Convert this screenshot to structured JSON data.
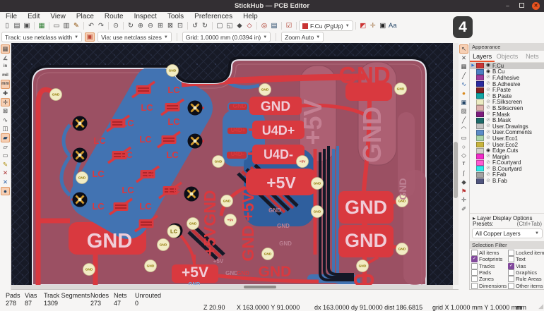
{
  "window": {
    "title": "StickHub — PCB Editor"
  },
  "workspace_badge": "4",
  "menu": {
    "items": [
      "File",
      "Edit",
      "View",
      "Place",
      "Route",
      "Inspect",
      "Tools",
      "Preferences",
      "Help"
    ]
  },
  "toolbar_top": {
    "groups": [
      [
        {
          "n": "new-board-icon",
          "g": "▯"
        },
        {
          "n": "open-board-icon",
          "g": "▤"
        },
        {
          "n": "save-icon",
          "g": "▣"
        }
      ],
      [
        {
          "n": "board-setup-icon",
          "g": "▦",
          "c": "#2e7d32"
        }
      ],
      [
        {
          "n": "page-settings-icon",
          "g": "▭"
        },
        {
          "n": "print-icon",
          "g": "▥"
        },
        {
          "n": "plot-icon",
          "g": "✎",
          "c": "#8a4a00"
        }
      ],
      [
        {
          "n": "undo-icon",
          "g": "↶"
        },
        {
          "n": "redo-icon",
          "g": "↷"
        }
      ],
      [
        {
          "n": "find-icon",
          "g": "⊙"
        }
      ],
      [
        {
          "n": "refresh-icon",
          "g": "↻"
        },
        {
          "n": "zoom-in-icon",
          "g": "⊕"
        },
        {
          "n": "zoom-out-icon",
          "g": "⊖"
        },
        {
          "n": "zoom-fit-icon",
          "g": "⊞"
        },
        {
          "n": "zoom-page-icon",
          "g": "⊠"
        },
        {
          "n": "zoom-selection-icon",
          "g": "⊡"
        }
      ],
      [
        {
          "n": "rotate-ccw-icon",
          "g": "↺"
        },
        {
          "n": "rotate-cw-icon",
          "g": "↻"
        }
      ],
      [
        {
          "n": "show-ratsnest-icon",
          "g": "▢"
        },
        {
          "n": "curved-ratsnest-icon",
          "g": "◱"
        },
        {
          "n": "lock-icon",
          "g": "◆"
        },
        {
          "n": "unlock-icon",
          "g": "◇",
          "c": "#a33"
        }
      ],
      [
        {
          "n": "footprint-editor-icon",
          "g": "◎",
          "c": "#a32"
        },
        {
          "n": "layer-manager-icon",
          "g": "▤",
          "c": "#246"
        }
      ],
      [
        {
          "n": "drc-check-icon",
          "g": "☑",
          "c": "#a32"
        }
      ]
    ],
    "layer_select": {
      "value": "F.Cu (PgUp)",
      "swatch": "#c83434"
    },
    "after_layer": [
      {
        "n": "layer-pair-icon",
        "g": "◩",
        "c": "#c33"
      },
      {
        "n": "highlight-net-icon",
        "g": "✛",
        "c": "#a87b4f"
      },
      {
        "n": "scripting-console-icon",
        "g": "▣",
        "c": "#222"
      },
      {
        "n": "text-variables-icon",
        "g": "Aa",
        "c": "#246"
      }
    ]
  },
  "toolbar_second": {
    "track": "Track: use netclass width",
    "auto_width_toggle": {
      "n": "auto-track-width-icon",
      "g": "▣",
      "c": "#b43",
      "active": true
    },
    "via": "Via: use netclass sizes",
    "grid": "Grid: 1.0000 mm (0.0394 in)",
    "zoom": "Zoom Auto"
  },
  "left_toolbar": [
    {
      "n": "toggle-grid-icon",
      "g": "▦",
      "active": true
    },
    {
      "n": "polar-coordinates-icon",
      "g": "∡"
    },
    {
      "n": "units-inches-icon",
      "g": "in",
      "t": true
    },
    {
      "n": "units-mils-icon",
      "g": "mil",
      "t": true
    },
    {
      "n": "units-mm-icon",
      "g": "mm",
      "t": true,
      "active": true
    },
    {
      "n": "crosshair-cursor-icon",
      "g": "✚"
    },
    {
      "n": "pad-display-icon",
      "g": "✛",
      "active": true
    },
    {
      "n": "via-display-icon",
      "g": "⊠"
    },
    {
      "n": "track-display-icon",
      "g": "∿"
    },
    {
      "n": "drawing-sheet-icon",
      "g": "◫"
    },
    {
      "n": "zone-fill-icon",
      "g": "▰",
      "c": "#246",
      "active": true
    },
    {
      "n": "zone-outline-icon",
      "g": "▱"
    },
    {
      "n": "zone-hide-icon",
      "g": "▭"
    },
    {
      "n": "sketch-mode-icon",
      "g": "✎",
      "c": "#a80"
    },
    {
      "n": "hide-ratsnest-icon",
      "g": "✕",
      "c": "#a33"
    },
    {
      "n": "curved-ratsnest-toggle-icon",
      "g": "✕",
      "c": "#36a"
    },
    {
      "n": "local-ratsnest-icon",
      "g": "●",
      "c": "#246",
      "active": true
    }
  ],
  "right_toolbar": [
    {
      "n": "select-tool-icon",
      "g": "↖",
      "active": true
    },
    {
      "n": "highlight-net-tool-icon",
      "g": "✕"
    },
    {
      "n": "footprint-anchor-icon",
      "g": "▦"
    },
    {
      "n": "route-tracks-icon",
      "g": "╱"
    },
    {
      "n": "diff-pair-icon",
      "g": "∿",
      "c": "#36a"
    },
    {
      "n": "add-via-icon",
      "g": "●",
      "c": "#d98a1f"
    },
    {
      "n": "add-footprint-icon",
      "g": "▣",
      "c": "#246"
    },
    {
      "n": "add-zone-icon",
      "g": "▨"
    },
    {
      "n": "draw-line-icon",
      "g": "╱"
    },
    {
      "n": "draw-arc-icon",
      "g": "◠"
    },
    {
      "n": "draw-rect-icon",
      "g": "▭"
    },
    {
      "n": "draw-circle-icon",
      "g": "○"
    },
    {
      "n": "draw-polygon-icon",
      "g": "◇"
    },
    {
      "n": "add-text-icon",
      "g": "T",
      "t": true
    },
    {
      "n": "draw-spline-icon",
      "g": "ʃ"
    },
    {
      "n": "dimension-icon",
      "g": "◆"
    },
    {
      "n": "delete-tool-icon",
      "g": "⚑",
      "c": "#b33"
    },
    {
      "n": "drill-origin-icon",
      "g": "✛"
    },
    {
      "n": "measure-icon",
      "g": "✐"
    }
  ],
  "appearance": {
    "title": "Appearance",
    "tabs": [
      "Layers",
      "Objects",
      "Nets"
    ],
    "active_tab": "Layers",
    "layers": [
      {
        "name": "F.Cu",
        "color": "#c83434",
        "visible": true,
        "selected": true
      },
      {
        "name": "B.Cu",
        "color": "#4d7fc4",
        "visible": true
      },
      {
        "name": "F.Adhesive",
        "color": "#9c3c9c",
        "visible": false
      },
      {
        "name": "B.Adhesive",
        "color": "#2a2aa0",
        "visible": false
      },
      {
        "name": "F.Paste",
        "color": "#842020",
        "visible": false
      },
      {
        "name": "B.Paste",
        "color": "#12a5a5",
        "visible": false
      },
      {
        "name": "F.Silkscreen",
        "color": "#ecebc2",
        "visible": false
      },
      {
        "name": "B.Silkscreen",
        "color": "#dcb0ac",
        "visible": false
      },
      {
        "name": "F.Mask",
        "color": "#7c1c7c",
        "visible": false
      },
      {
        "name": "B.Mask",
        "color": "#1c6a6a",
        "visible": false
      },
      {
        "name": "User.Drawings",
        "color": "#c2c2c2",
        "visible": false
      },
      {
        "name": "User.Comments",
        "color": "#5c8cc8",
        "visible": false
      },
      {
        "name": "User.Eco1",
        "color": "#aad4aa",
        "visible": false
      },
      {
        "name": "User.Eco2",
        "color": "#c8b43c",
        "visible": false
      },
      {
        "name": "Edge.Cuts",
        "color": "#d0d0c8",
        "visible": true
      },
      {
        "name": "Margin",
        "color": "#f02cc8",
        "visible": false
      },
      {
        "name": "F.Courtyard",
        "color": "#ff5ad2",
        "visible": false
      },
      {
        "name": "B.Courtyard",
        "color": "#2de9e9",
        "visible": false
      },
      {
        "name": "F.Fab",
        "color": "#a2a2a2",
        "visible": false
      },
      {
        "name": "B.Fab",
        "color": "#50557e",
        "visible": false
      }
    ],
    "layer_display_options": "Layer Display Options",
    "presets_label": "Presets:",
    "presets_shortcut": "(Ctrl+Tab)",
    "preset_value": "All Copper Layers"
  },
  "selection_filter": {
    "title": "Selection Filter",
    "items": [
      {
        "label": "All items",
        "checked": false
      },
      {
        "label": "Footprints",
        "checked": true
      },
      {
        "label": "Tracks",
        "checked": false
      },
      {
        "label": "Pads",
        "checked": false
      },
      {
        "label": "Zones",
        "checked": false
      },
      {
        "label": "Dimensions",
        "checked": false
      },
      {
        "label": "Locked items",
        "checked": false
      },
      {
        "label": "Text",
        "checked": false
      },
      {
        "label": "Vias",
        "checked": true
      },
      {
        "label": "Graphics",
        "checked": false
      },
      {
        "label": "Rule Areas",
        "checked": false
      },
      {
        "label": "Other items",
        "checked": false
      }
    ]
  },
  "status": {
    "counts": [
      {
        "label": "Pads",
        "value": "278"
      },
      {
        "label": "Vias",
        "value": "87"
      },
      {
        "label": "Track Segments",
        "value": "1309"
      },
      {
        "label": "Nodes",
        "value": "273"
      },
      {
        "label": "Nets",
        "value": "47"
      },
      {
        "label": "Unrouted",
        "value": "0"
      }
    ],
    "zoom": "Z 20.90",
    "cursor": "X 163.0000 Y 91.0000",
    "delta": "dx 163.0000  dy 91.0000  dist 186.6815",
    "grid": "grid X 1.0000 mm  Y 1.0000 mm",
    "units": "mm"
  },
  "canvas": {
    "labels": [
      [
        "GND",
        501,
        57,
        33,
        "red",
        0
      ],
      [
        "GND",
        375,
        96,
        19,
        "pale",
        0
      ],
      [
        "U4D+",
        379,
        130,
        18,
        "pale",
        0
      ],
      [
        "U4D-",
        379,
        164,
        18,
        "pale",
        0
      ],
      [
        "GND",
        324,
        92,
        8.5,
        "red",
        0
      ],
      [
        "U4D+",
        322,
        126,
        8,
        "red",
        0
      ],
      [
        "U4D-",
        321,
        160,
        8,
        "red",
        0
      ],
      [
        "+5V",
        383,
        206,
        23,
        "pale",
        0
      ],
      [
        "GND",
        290,
        234,
        23,
        "red",
        -90
      ],
      [
        "+5V",
        290,
        281,
        23,
        "red",
        -90
      ],
      [
        "+5V",
        344,
        232,
        23,
        "red",
        -90
      ],
      [
        "GND",
        344,
        284,
        23,
        "red",
        -90
      ],
      [
        "GND",
        140,
        290,
        29,
        "pale",
        0
      ],
      [
        "+5V",
        261,
        332,
        21,
        "pale",
        0
      ],
      [
        "GND",
        374,
        331,
        21,
        "red",
        0
      ],
      [
        "GND",
        503,
        242,
        27,
        "pale",
        0
      ],
      [
        "GND",
        503,
        289,
        27,
        "pale",
        0
      ],
      [
        "+5V",
        440,
        112,
        36,
        "muted",
        -90
      ],
      [
        "GND",
        524,
        130,
        36,
        "muted",
        -90
      ],
      [
        "GND",
        560,
        207,
        14,
        "ghost",
        -90
      ],
      [
        "GND",
        374,
        240,
        8,
        "ghost",
        0
      ],
      [
        "GND",
        386,
        262,
        8,
        "ghost",
        0
      ],
      [
        "GND",
        389,
        287,
        8,
        "ghost",
        0
      ],
      [
        "GND",
        313,
        329,
        8,
        "ghost",
        0
      ],
      [
        "+5V",
        294,
        312,
        8,
        "ghost",
        0
      ],
      [
        "GND",
        329,
        329,
        8,
        "red",
        0
      ],
      [
        "GND",
        260,
        344,
        7.5,
        "blueghost",
        0
      ],
      [
        "LC",
        231,
        71,
        13,
        "red",
        0
      ],
      [
        "LC",
        193,
        96,
        13,
        "red",
        0
      ],
      [
        "LC",
        166,
        118,
        13,
        "red",
        0
      ],
      [
        "LC",
        231,
        116,
        13,
        "red",
        0
      ],
      [
        "LC",
        126,
        143,
        13,
        "red",
        0
      ],
      [
        "LC",
        191,
        141,
        13,
        "red",
        0
      ],
      [
        "LC",
        164,
        163,
        13,
        "red",
        0
      ],
      [
        "LC",
        229,
        163,
        13,
        "red",
        0
      ],
      [
        "LC",
        124,
        190,
        13,
        "red",
        0
      ],
      [
        "LC",
        193,
        190,
        13,
        "red",
        0
      ],
      [
        "LC",
        166,
        213,
        13,
        "red",
        0
      ],
      [
        "LC",
        231,
        213,
        13,
        "red",
        0
      ],
      [
        "LC",
        124,
        236,
        13,
        "red",
        0
      ],
      [
        "LC",
        191,
        236,
        13,
        "red",
        0
      ]
    ],
    "vias": [
      [
        64,
        73,
        "GND"
      ],
      [
        229,
        39,
        "GND"
      ],
      [
        360,
        66,
        "GND"
      ],
      [
        552,
        65,
        "GND"
      ],
      [
        294,
        168,
        "GND"
      ],
      [
        306,
        224,
        "GND"
      ],
      [
        101,
        191,
        "GND"
      ],
      [
        216,
        286,
        "GND"
      ],
      [
        111,
        321,
        "GND"
      ],
      [
        198,
        316,
        "GND"
      ],
      [
        434,
        199,
        "GND"
      ],
      [
        434,
        239,
        "GND"
      ],
      [
        554,
        224,
        "GND"
      ],
      [
        554,
        292,
        "GND"
      ],
      [
        498,
        316,
        "GND"
      ],
      [
        258,
        256,
        "GND"
      ],
      [
        364,
        299,
        "GND"
      ],
      [
        413,
        168,
        "+5V"
      ],
      [
        311,
        251,
        "+5V"
      ],
      [
        231,
        267,
        "LC"
      ]
    ],
    "th_pads": [
      [
        98,
        114
      ],
      [
        98,
        159
      ],
      [
        98,
        222
      ],
      [
        261,
        92
      ],
      [
        261,
        139
      ],
      [
        256,
        214
      ],
      [
        233,
        266
      ]
    ],
    "smd_pads": [
      [
        188,
        66
      ],
      [
        229,
        91
      ],
      [
        152,
        114
      ],
      [
        224,
        137
      ],
      [
        154,
        159
      ],
      [
        194,
        186
      ],
      [
        226,
        209
      ],
      [
        156,
        232
      ],
      [
        192,
        256
      ]
    ]
  }
}
